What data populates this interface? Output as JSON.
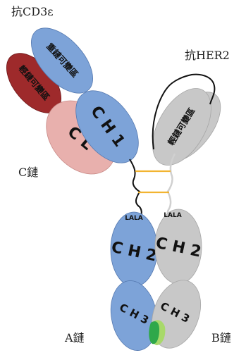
{
  "labels": {
    "anti_cd3": "抗CD3ε",
    "anti_her2": "抗HER2",
    "c_chain": "C鏈",
    "a_chain": "A鏈",
    "b_chain": "B鏈"
  },
  "domains": {
    "heavy_variable": "重鏈可變區",
    "light_variable": "輕鏈可變區",
    "light_variable_b": "輕鏈可變區",
    "cl": "C L",
    "ch1": "C H 1",
    "lala_a": "LALA",
    "lala_b": "LALA",
    "ch2_a": "C H 2",
    "ch2_b": "C H 2",
    "ch3_a": "C H 3",
    "ch3_b": "C H 3"
  },
  "colors": {
    "blue": "#7da3d8",
    "dark_red": "#9e2a2b",
    "pink": "#e8b0ad",
    "grey": "#c8c8c8",
    "hinge_disulfide": "#f2b431",
    "knob_green": "#2fa84a",
    "hole_green": "#a8d96a"
  }
}
